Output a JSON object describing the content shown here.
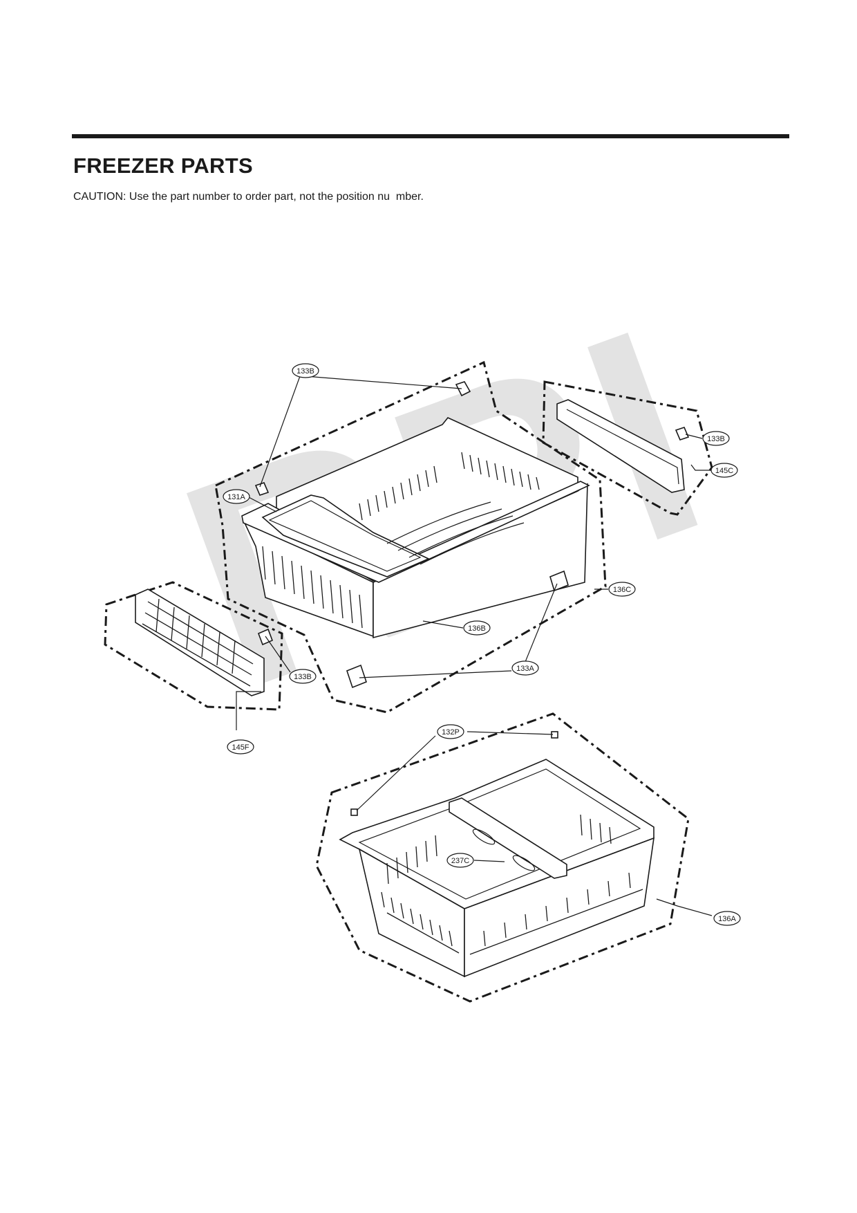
{
  "header": {
    "title": "FREEZER PARTS",
    "caution": "CAUTION: Use the part number to order part, not the position nu  mber."
  },
  "watermark": "RPI",
  "callouts": {
    "c133B_top": "133B",
    "c133B_right": "133B",
    "c145C": "145C",
    "c131A": "131A",
    "c136C": "136C",
    "c136B": "136B",
    "c133A": "133A",
    "c133B_left": "133B",
    "c145F": "145F",
    "c132P": "132P",
    "c237C": "237C",
    "c136A": "136A"
  }
}
